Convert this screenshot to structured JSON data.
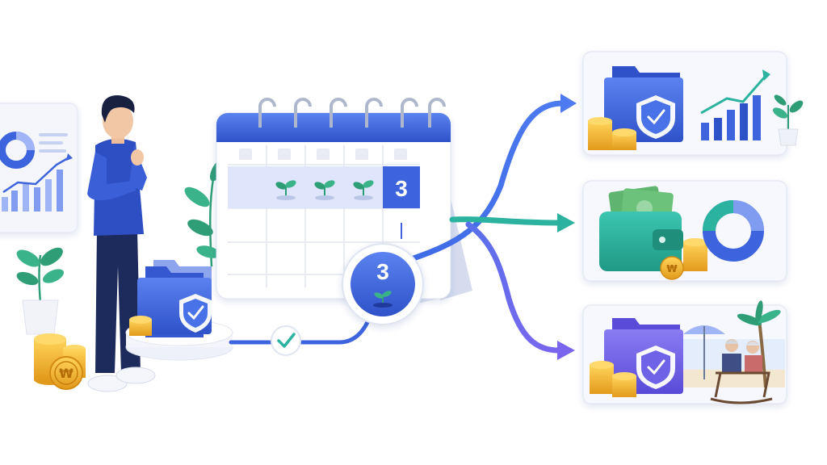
{
  "calendar": {
    "highlight_day": "3",
    "badge_number": "3"
  },
  "colors": {
    "primary_blue": "#3d63dd",
    "teal": "#2bb3a0",
    "purple": "#6e63e6",
    "gold": "#f1b533",
    "leaf_green": "#2f9e77"
  },
  "coin_symbol": "₩",
  "outcomes": [
    {
      "name": "savings-growth",
      "icons": [
        "folder-icon",
        "shield-check-icon",
        "coins-icon",
        "bar-chart-icon",
        "plant-icon"
      ]
    },
    {
      "name": "cash-wallet",
      "icons": [
        "wallet-icon",
        "banknotes-icon",
        "coins-icon",
        "donut-chart-icon"
      ]
    },
    {
      "name": "retirement",
      "icons": [
        "folder-icon",
        "shield-check-icon",
        "coins-icon",
        "beach-umbrella-icon",
        "palm-tree-icon",
        "elderly-couple-icon"
      ]
    }
  ]
}
